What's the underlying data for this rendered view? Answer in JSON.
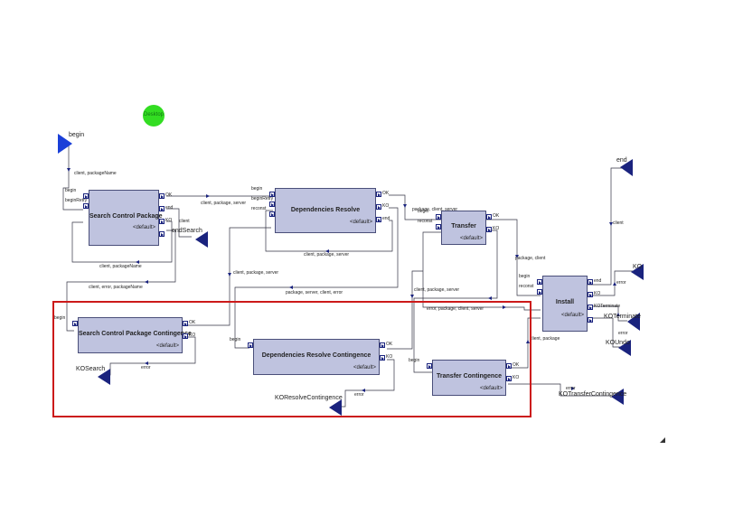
{
  "start_node": {
    "label": "begin"
  },
  "desktop_node": {
    "label": "Desktop"
  },
  "boxes": [
    {
      "key": "scp",
      "title": "Search Control Package",
      "sub": "<default>",
      "in_ports": [
        "begin",
        "beginRetry"
      ],
      "out_ports": [
        "OK",
        "end",
        "KO",
        ""
      ]
    },
    {
      "key": "dr",
      "title": "Dependencies Resolve",
      "sub": "<default>",
      "in_ports": [
        "begin",
        "beginRetry",
        "reconst"
      ],
      "out_ports": [
        "OK",
        "KO",
        "end"
      ]
    },
    {
      "key": "tr",
      "title": "Transfer",
      "sub": "<default>",
      "in_ports": [
        "begin",
        "reconst"
      ],
      "out_ports": [
        "OK",
        "KO"
      ]
    },
    {
      "key": "in",
      "title": "Install",
      "sub": "<default>",
      "in_ports": [
        "begin",
        "reconst"
      ],
      "out_ports": [
        "end",
        "KO",
        "KOTerminate",
        ""
      ]
    },
    {
      "key": "scpc",
      "title": "Search Control Package Contingence",
      "sub": "<default>",
      "in_ports": [
        "begin"
      ],
      "out_ports": [
        "OK",
        "KO"
      ]
    },
    {
      "key": "drc",
      "title": "Dependencies Resolve Contingence",
      "sub": "<default>",
      "in_ports": [
        "begin"
      ],
      "out_ports": [
        "OK",
        "KO"
      ]
    },
    {
      "key": "tc",
      "title": "Transfer Contingence",
      "sub": "<default>",
      "in_ports": [
        "begin"
      ],
      "out_ports": [
        "OK",
        "KO"
      ]
    }
  ],
  "end_nodes": {
    "end": "end",
    "endSearch": "endSearch",
    "ko": "KO",
    "koTerminate": "KOTerminate",
    "koUndo": "KOUndo",
    "koSearch": "KOSearch",
    "koResolve": "KOResolveContingence",
    "koTransfer": "KOTransferContingence"
  },
  "edge_labels": {
    "client_packageName": "client, packageName",
    "client_package_server_1": "client, package, server",
    "client_1": "client",
    "client_packageName_2": "client, packageName",
    "client_error_packageName": "client, error, packageName",
    "client_package_server_2": "client, package, server",
    "client_package_server_3": "client, package, server",
    "package_server_client_error": "package, server, client, error",
    "package_client_server": "package, client, server",
    "client_package_server_4": "client, package, server",
    "package_client": "package, client",
    "error_package_client_server": "error, package, client, server",
    "client_package": "client, package",
    "client_2": "client",
    "error_1": "error",
    "error_2": "error",
    "error_3": "error",
    "error_4": "error",
    "error_5": "error"
  },
  "highlight": {
    "color": "#cc1a1a"
  },
  "colors": {
    "box_fill": "#bfc3df",
    "arrow": "#1a237e",
    "start": "#1a3fd8",
    "desktop": "#33dd22"
  }
}
